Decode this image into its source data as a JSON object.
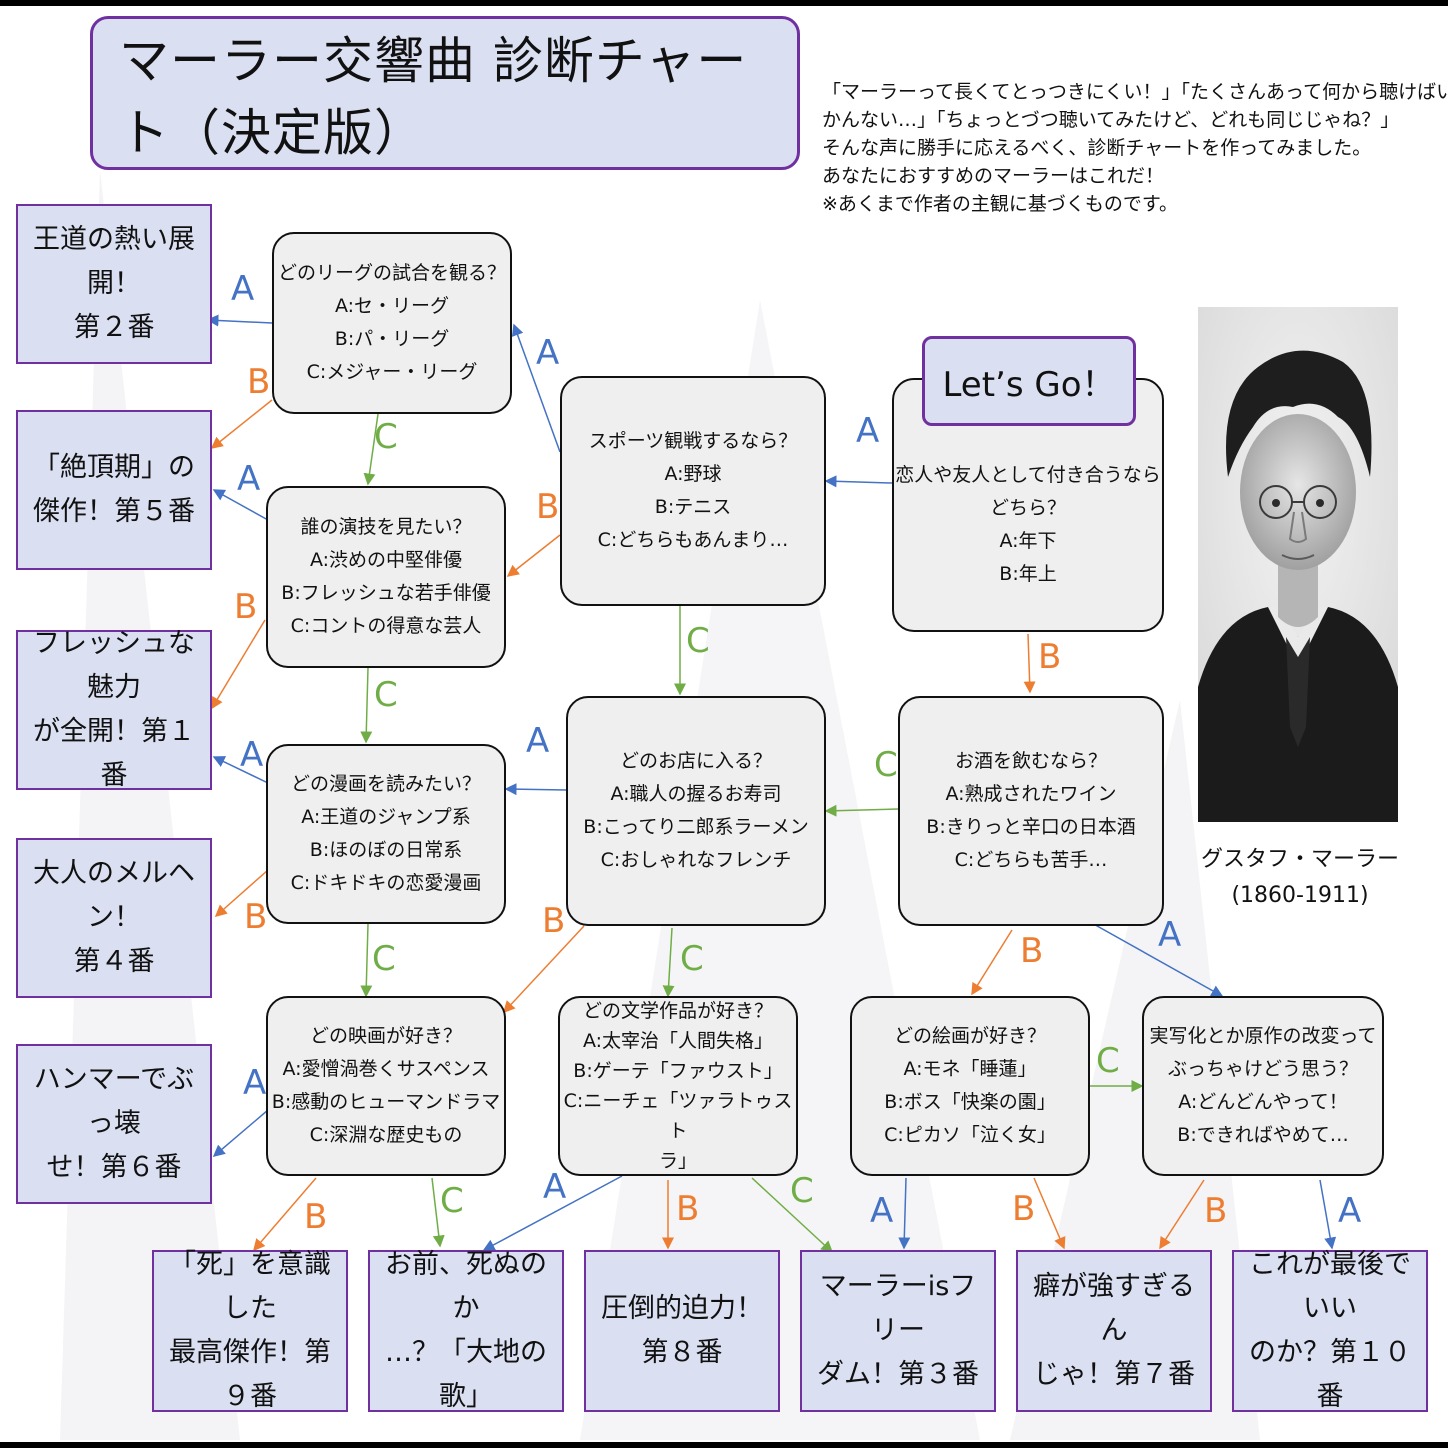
{
  "title": "マーラー交響曲 診断チャート（決定版）",
  "intro": [
    "「マーラーって長くてとっつきにくい！」「たくさんあって何から聴けばいいかわ",
    "かんない…」「ちょっとづつ聴いてみたけど、どれも同じじゃね？」",
    "そんな声に勝手に応えるべく、診断チャートを作ってみました。",
    "あなたにおすすめのマーラーはこれだ！",
    "※あくまで作者の主観に基づくものです。"
  ],
  "start": "Let’s Go！",
  "questions": {
    "q_partner": [
      "恋人や友人として付き合うなら",
      "どちら？",
      "A:年下",
      "B:年上"
    ],
    "q_sports": [
      "スポーツ観戦するなら？",
      "A:野球",
      "B:テニス",
      "C:どちらもあんまり…"
    ],
    "q_league": [
      "どのリーグの試合を観る？",
      "A:セ・リーグ",
      "B:パ・リーグ",
      "C:メジャー・リーグ"
    ],
    "q_acting": [
      "誰の演技を見たい？",
      "A:渋めの中堅俳優",
      "B:フレッシュな若手俳優",
      "C:コントの得意な芸人"
    ],
    "q_manga": [
      "どの漫画を読みたい？",
      "A:王道のジャンプ系",
      "B:ほのぼの日常系",
      "C:ドキドキの恋愛漫画"
    ],
    "q_shop": [
      "どのお店に入る？",
      "A:職人の握るお寿司",
      "B:こってり二郎系ラーメン",
      "C:おしゃれなフレンチ"
    ],
    "q_sake": [
      "お酒を飲むなら？",
      "A:熟成されたワイン",
      "B:きりっと辛口の日本酒",
      "C:どちらも苦手…"
    ],
    "q_movie": [
      "どの映画が好き？",
      "A:愛憎渦巻くサスペンス",
      "B:感動のヒューマンドラマ",
      "C:深淵な歴史もの"
    ],
    "q_lit": [
      "どの文学作品が好き？",
      "A:太宰治「人間失格」",
      "B:ゲーテ「ファウスト」",
      "C:ニーチェ「ツァラトゥスト",
      "ラ」"
    ],
    "q_paint": [
      "どの絵画が好き？",
      "A:モネ「睡蓮」",
      "B:ボス「快楽の園」",
      "C:ピカソ「泣く女」"
    ],
    "q_adapt": [
      "実写化とか原作の改変って",
      "ぶっちゃけどう思う？",
      "A:どんどんやって！",
      "B:できればやめて…"
    ]
  },
  "results": {
    "r2": [
      "王道の熱い展開！",
      "第２番"
    ],
    "r5": [
      "「絶頂期」の",
      "傑作！第５番"
    ],
    "r1": [
      "フレッシュな魅力",
      "が全開！第１番"
    ],
    "r4": [
      "大人のメルヘン！",
      "第４番"
    ],
    "r6": [
      "ハンマーでぶっ壊",
      "せ！第６番"
    ],
    "r9": [
      "「死」を意識した",
      "最高傑作！第９番"
    ],
    "rErde": [
      "お前、死ぬのか",
      "…？「大地の歌」"
    ],
    "r8": [
      "圧倒的迫力！",
      "第８番"
    ],
    "r3": [
      "マーラーisフリー",
      "ダム！第３番"
    ],
    "r7": [
      "癖が強すぎるん",
      "じゃ！第７番"
    ],
    "r10": [
      "これが最後でいい",
      "のか？第１０番"
    ]
  },
  "letters": {
    "a": "A",
    "b": "B",
    "c": "C"
  },
  "portrait_caption": [
    "グスタフ・マーラー",
    "(1860-1911)"
  ],
  "colors": {
    "a": "#4472c4",
    "b": "#ed7d31",
    "c": "#70ad47",
    "border": "#7030a0",
    "box": "#dae0f2"
  }
}
